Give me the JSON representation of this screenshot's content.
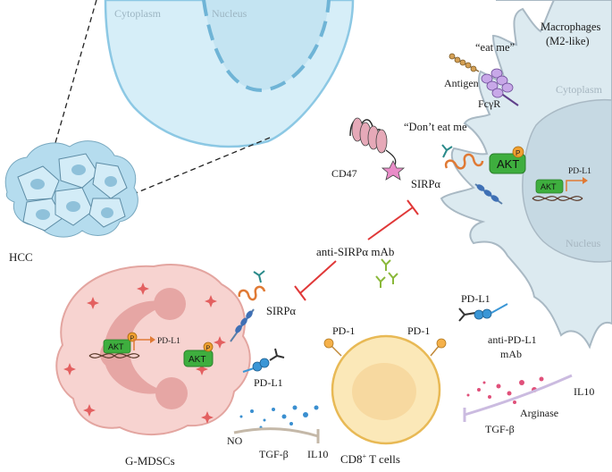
{
  "labels": {
    "cytoplasm_top": "Cytoplasm",
    "nucleus_top": "Nucleus",
    "macrophage_title_1": "Macrophages",
    "macrophage_title_2": "(M2-like)",
    "eat_me": "“eat me”",
    "antigen": "Antigen",
    "fcgr": "FcγR",
    "macrophage_cytoplasm": "Cytoplasm",
    "dont_eat_me": "“Don’t eat me”",
    "cd47": "CD47",
    "sirpa_macrophage": "SIRPα",
    "akt_macrophage": "AKT",
    "p": "P",
    "pdl1_macrophage_gene": "PD-L1",
    "akt_macrophage_gene": "AKT",
    "macrophage_nucleus": "Nucleus",
    "hcc": "HCC",
    "anti_sirpa_mab": "anti-SIRPα mAb",
    "pdl1_surface": "PD-L1",
    "anti_pdl1_1": "anti-PD-L1",
    "anti_pdl1_2": "mAb",
    "sirpa_mdsc": "SIRPα",
    "akt_mdsc_gene": "AKT",
    "pdl1_mdsc_gene": "PD-L1",
    "akt_mdsc": "AKT",
    "pdl1_mdsc": "PD-L1",
    "pd1_left": "PD-1",
    "pd1_right": "PD-1",
    "il10_right": "IL10",
    "arginase": "Arginase",
    "tgfb_right": "TGF-β",
    "no": "NO",
    "tgfb_left": "TGF-β",
    "il10_left": "IL10",
    "gmdscs": "G-MDSCs",
    "cd8": "CD8",
    "cd8_sup": "+",
    "t_cells": " T cells"
  },
  "colors": {
    "cell_blue": "#d6eef8",
    "cell_blue_stroke": "#8cc8e4",
    "nucleus_blue": "#c4e4f2",
    "macrophage_fill": "#dceaf0",
    "macrophage_stroke": "#a9b9c4",
    "mdsc_fill": "#f7d3d0",
    "mdsc_stroke": "#e3a5a0",
    "mdsc_nucleus": "#e6a6a4",
    "tcell_fill": "#fbe8b8",
    "tcell_stroke": "#e8b955",
    "tcell_nucleus": "#f7d9a0",
    "akt_green": "#3eae3e",
    "p_orange": "#f0a030",
    "inhibit_red": "#e03838",
    "sirpa_orange": "#e07a35",
    "cd47_pink": "#e6a9b8",
    "hcc_blue": "#b5dcee"
  }
}
